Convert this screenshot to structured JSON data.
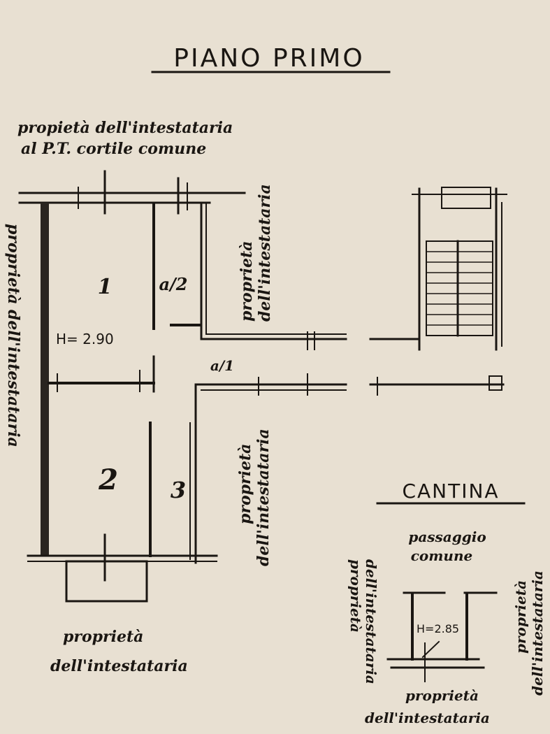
{
  "title": "PIANO PRIMO",
  "top_note": {
    "line1": "propietà dell'intestataria",
    "line2": "al P.T. cortile comune"
  },
  "rooms": {
    "room1": "1",
    "a2": "a/2",
    "height": "H= 2.90",
    "a1": "a/1",
    "room2": "2",
    "room3": "3"
  },
  "labels": {
    "left": "proprietà dell'intestataria",
    "upper_right_l1": "proprietà",
    "upper_right_l2": "dell'intestataria",
    "lower_right_l1": "proprietà",
    "lower_right_l2": "dell'intestataria",
    "bottom_l1": "proprietà",
    "bottom_l2": "dell'intestataria"
  },
  "cantina": {
    "title": "CANTINA",
    "top_l1": "passaggio",
    "top_l2": "comune",
    "height": "H=2.85",
    "left_l1": "proprietà",
    "left_l2": "dell'intestataria",
    "right_l1": "proprietà",
    "right_l2": "dell'intestataria",
    "bottom_l1": "proprietà",
    "bottom_l2": "dell'intestataria"
  }
}
